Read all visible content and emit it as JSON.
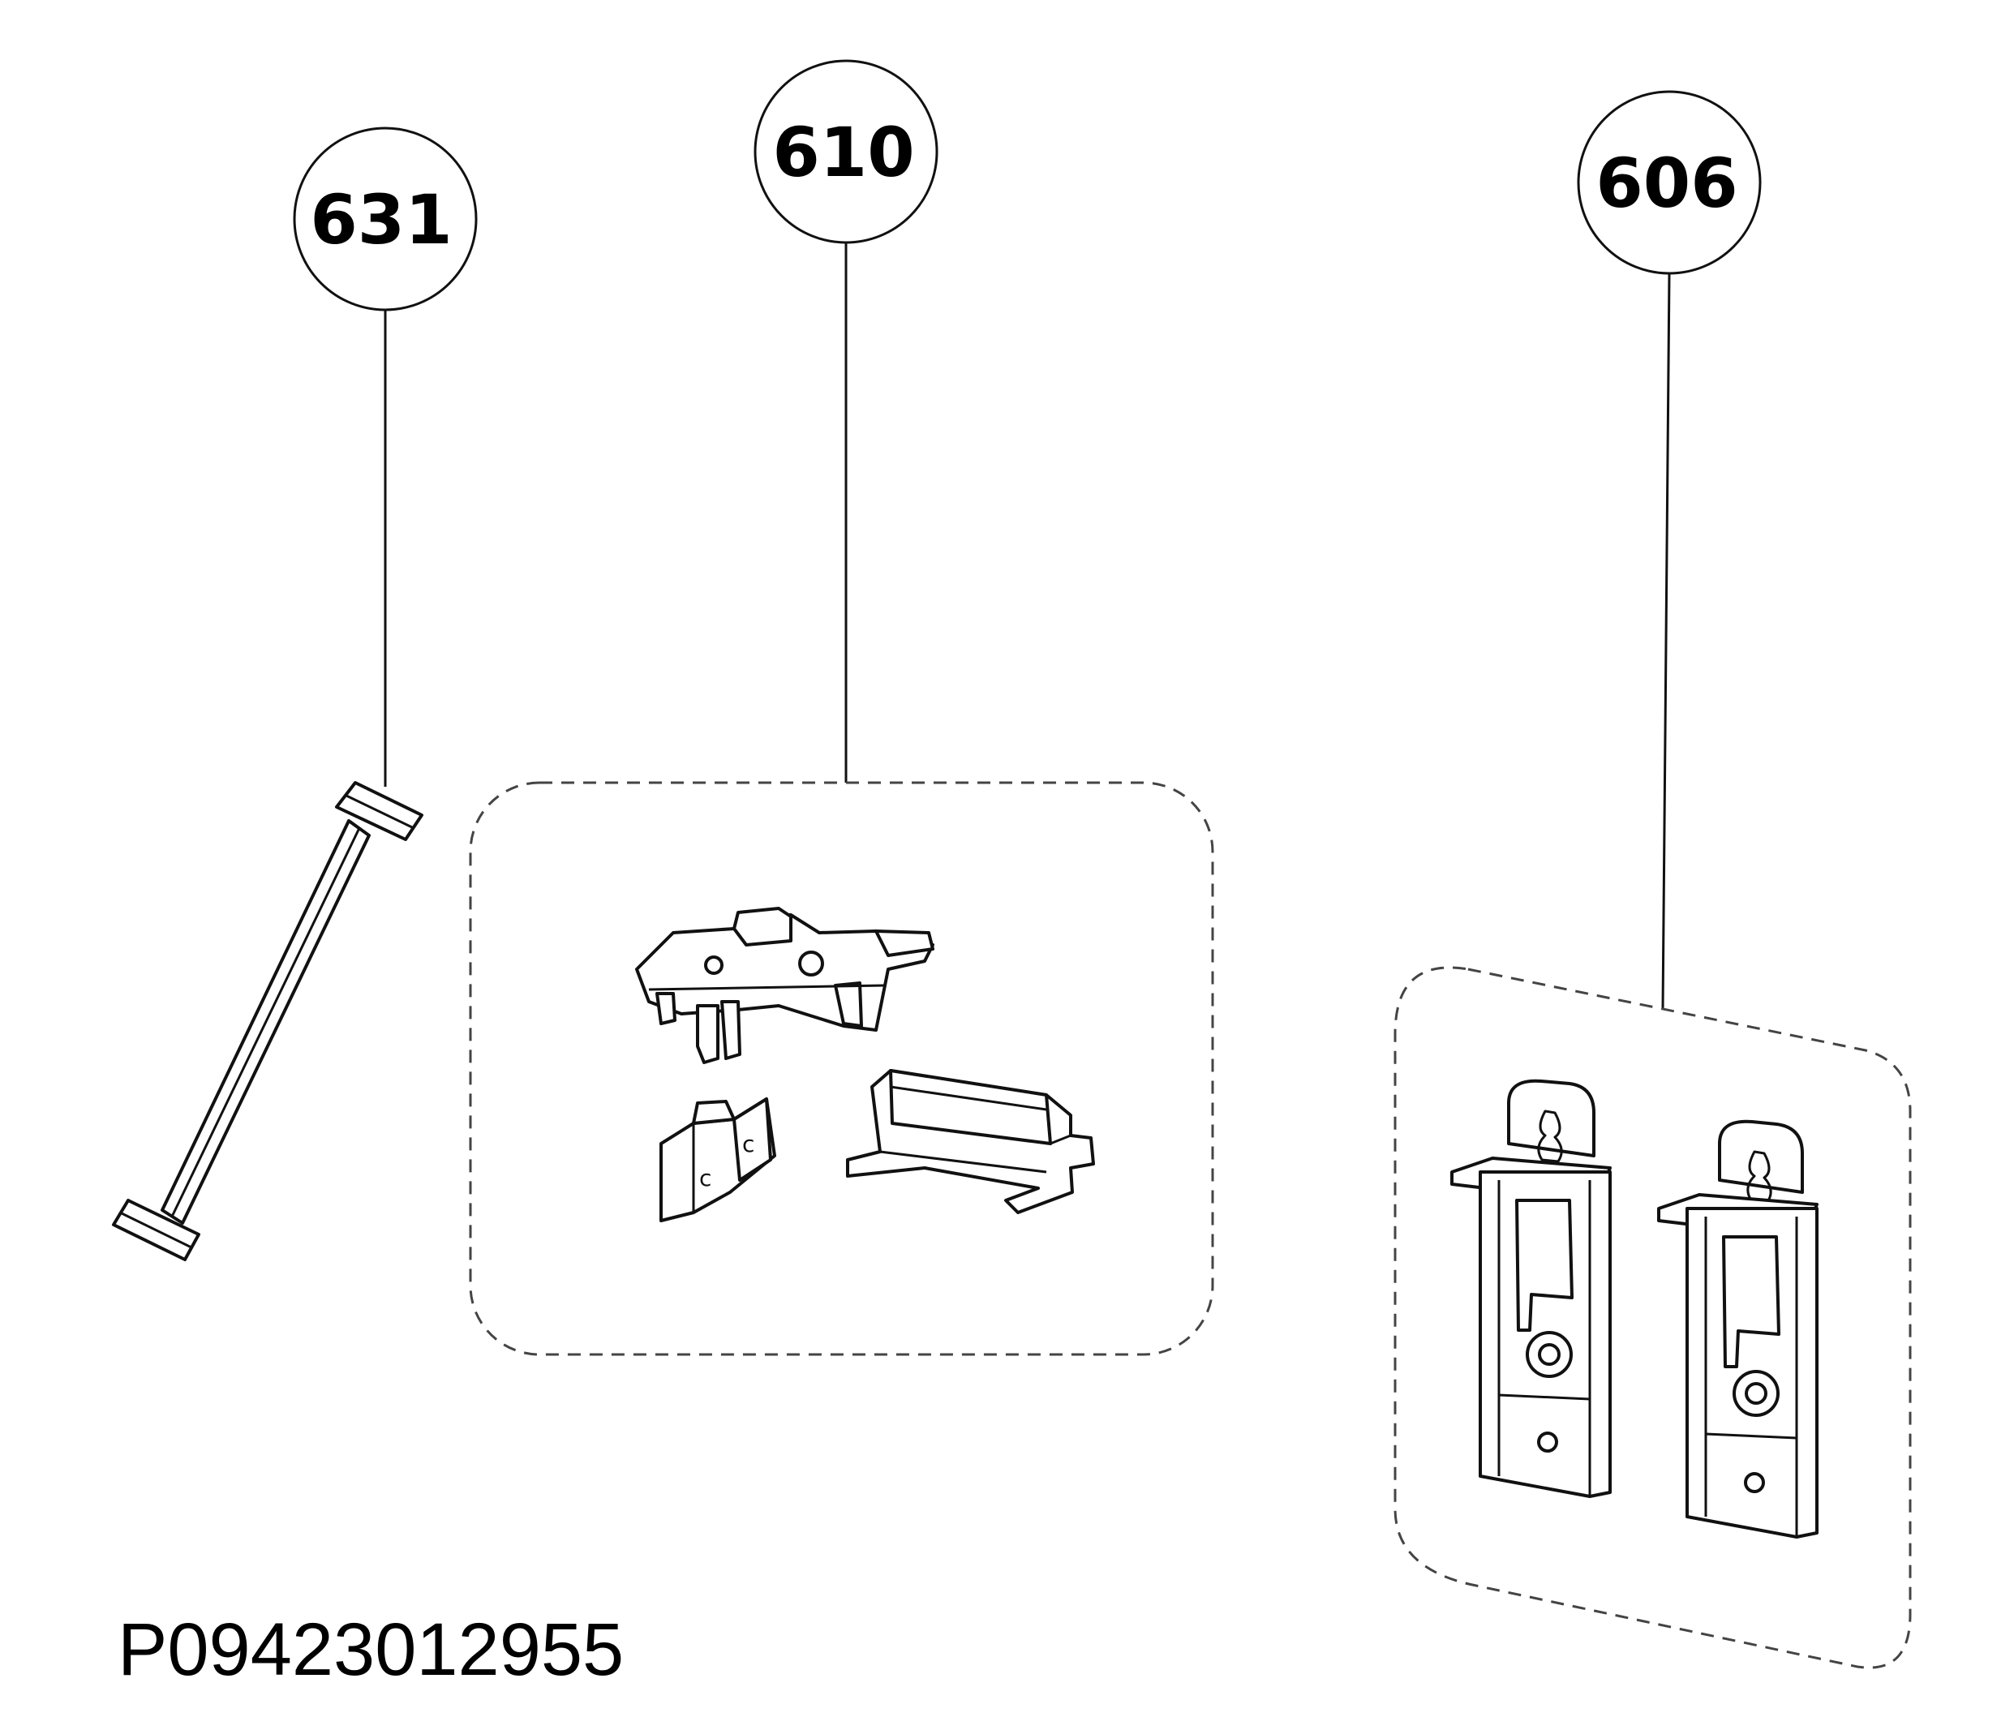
{
  "callouts": [
    {
      "label": "631",
      "part": "cable"
    },
    {
      "label": "610",
      "part": "mounting-bracket-kit"
    },
    {
      "label": "606",
      "part": "hinge-bracket-kit"
    }
  ],
  "diagram_code": "P09423012955"
}
